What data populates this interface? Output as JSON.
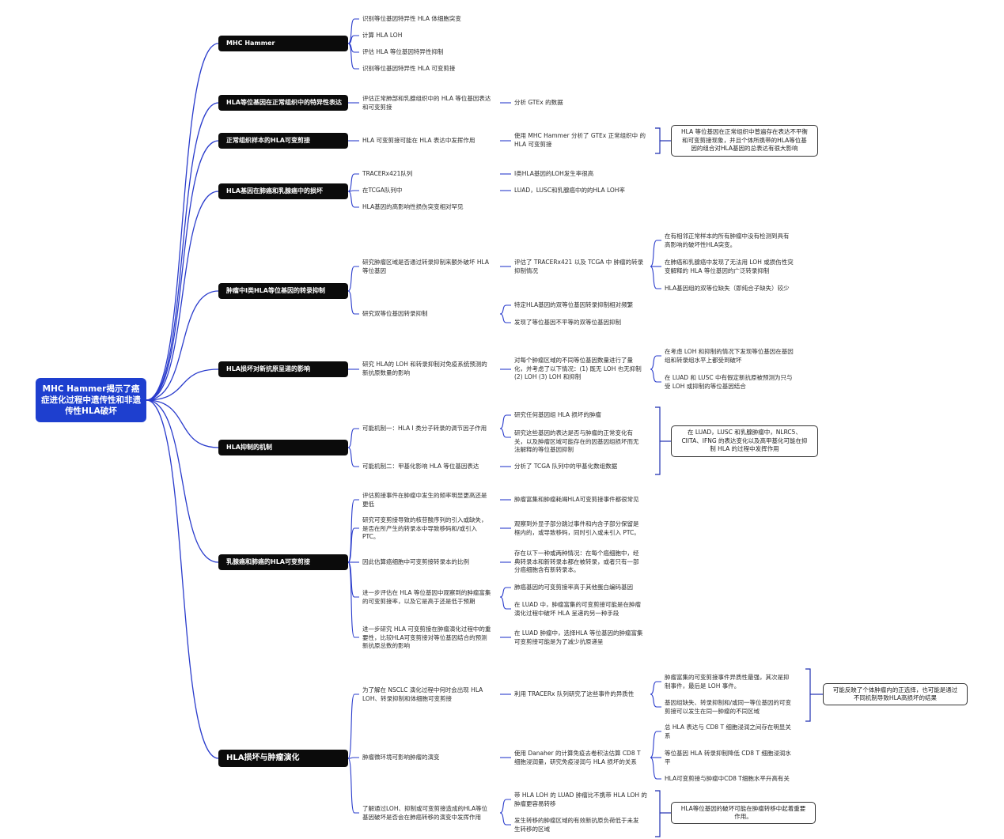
{
  "root": "MHC Hammer揭示了癌症进化过程中遗传性和非遗传性HLA破坏",
  "branches": {
    "b1": {
      "title": "MHC Hammer",
      "c1": "识别等位基因特异性 HLA 体细胞突变",
      "c2": "计算 HLA LOH",
      "c3": "评估 HLA 等位基因特异性抑制",
      "c4": "识别等位基因特异性 HLA 可变剪接"
    },
    "b2": {
      "title": "HLA等位基因在正常组织中的特异性表达",
      "c1": "评估正常肺部和乳腺组织中的 HLA 等位基因表达\n和可变剪接",
      "c1a": "分析 GTEx 的数据"
    },
    "b3": {
      "title": "正常组织样本的HLA可变剪接",
      "c1": "HLA 可变剪接可能在 HLA 表达中发挥作用",
      "c1a": "使用 MHC Hammer 分析了 GTEx 正常组织中 的\nHLA 可变剪接",
      "note": "HLA 等位基因在正常组织中普遍存在表达不平衡\n和可变剪接现象，并且个体所携带的HLA等位基\n因的组合对HLA基因的总表达有很大影响"
    },
    "b4": {
      "title": "HLA基因在肺癌和乳腺癌中的损坏",
      "c1": "TRACERx421队列",
      "c1a": "I类HLA基因的LOH发生率很高",
      "c2": "在TCGA队列中",
      "c2a": "LUAD，LUSC和乳腺癌中的的HLA LOH率",
      "c3": "HLA基因的高影响性损伤突变相对罕见"
    },
    "b5": {
      "title": "肿瘤中I类HLA等位基因的转录抑制",
      "c1": "研究肿瘤区域是否通过转录抑制来额外破坏 HLA\n等位基因",
      "c1a": "评估了 TRACERx421 以及 TCGA 中 肿瘤的转录\n抑制情况",
      "c1a1": "在有相邻正常样本的所有肿瘤中没有检测到具有\n高影响的破坏性HLA突变。",
      "c1a2": "在肺癌和乳腺癌中发现了无法用 LOH 或损伤性突\n变解释的 HLA 等位基因的广泛转录抑制",
      "c1a3": "HLA基因组的双等位缺失（即纯合子缺失）较少",
      "c2": "研究双等位基因转录抑制",
      "c2a": "特定HLA基因的双等位基因转录抑制相对频繁",
      "c2b": "发现了等位基因不平等的双等位基因抑制"
    },
    "b6": {
      "title": "HLA损坏对新抗原呈递的影响",
      "c1": "研究 HLA的 LOH 和转录抑制对免疫系统预测的\n新抗原数量的影响",
      "c1a": "对每个肿瘤区域的不同等位基因数量进行了量\n化，并考虑了以下情况：(1) 既无 LOH 也无抑制\n(2) LOH  (3) LOH 和抑制",
      "c1a1": "在考虑 LOH 和抑制的情况下发现等位基因在基因\n组和转录组水平上都受到破坏",
      "c1a2": "在 LUAD 和 LUSC 中有假定新抗原被预测为只与\n受 LOH 或抑制的等位基因结合"
    },
    "b7": {
      "title": "HLA抑制的机制",
      "c1": "可能机制一：HLA I 类分子转录的调节因子作用",
      "c1a": "研究任何基因组 HLA 损坏的肿瘤",
      "c1b": "研究这些基因的表达是否与肿瘤的正常变化有\n关，以及肿瘤区域可能存在的因基因组损坏而无\n法解释的等位基因抑制",
      "c2": "可能机制二：甲基化影响 HLA 等位基因表达",
      "c2a": "分析了 TCGA 队列中的甲基化数组数据",
      "note": "在 LUAD，LUSC 和乳腺肿瘤中，NLRC5、\nCIITA、IFNG 的表达变化以及高甲基化可能在抑\n制 HLA 的过程中发挥作用"
    },
    "b8": {
      "title": "乳腺癌和肺癌的HLA可变剪接",
      "c1": "评估剪接事件在肿瘤中发生的频率明显更高还是\n更低",
      "c1a": "肿瘤富集和肿瘤耗竭HLA可变剪接事件都很常见",
      "c2": "研究可变剪接导致的核苷酸序列的引入或缺失，\n是否在所产生的转录本中导致移码和/或引入\nPTC。",
      "c2a": "观察到外显子部分跳过事件和内含子部分保留是\n框内的，或导致移码，同时引入或未引入 PTC。",
      "c3": "因此估算癌细胞中可变剪接转录本的比例",
      "c3a": "存在以下一种或两种情况：在每个癌细胞中，经\n典转录本和新转录本都在被转录，或者只有一部\n分癌细胞含有新转录本。",
      "c4": "进一步评估在 HLA 等位基因中观察到的肿瘤富集\n的可变剪接率，以及它是高于还是低于预期",
      "c4a": "肺癌基因的可变剪接率高于其他蛋白编码基因",
      "c4b": "在 LUAD 中，肿瘤富集的可变剪接可能是在肿瘤\n演化过程中破坏 HLA 呈递的另一种手段",
      "c5": "进一步研究 HLA 可变剪接在肿瘤演化过程中的重\n要性，比较HLA可变剪接对等位基因结合的预测\n新抗原总数的影响",
      "c5a": "在 LUAD 肿瘤中，选择HLA 等位基因的肿瘤富集\n可变剪接可能是为了减少抗原递呈"
    },
    "b9": {
      "title": "HLA损坏与肿瘤演化",
      "c1": "为了解在 NSCLC 演化过程中何时会出现 HLA\nLOH、转录抑制和体细胞可变剪接",
      "c1a": "利用 TRACERx 队列研究了这些事件的异质性",
      "c1a1": "肿瘤富集的可变剪接事件异质性最强，其次是抑\n制事件，最后是 LOH 事件。",
      "c1a2": "基因组缺失、转录抑制和/或同一等位基因的可变\n剪接可以发生在同一肿瘤的不同区域",
      "note1": "可能反映了个体肿瘤内的正选择，也可能是通过\n不同机制导致HLA高损坏的结果",
      "c2": "肿瘤微环境可影响肿瘤的演变",
      "c2a": "使用 Danaher 的计算免疫去卷积法估算 CD8 T\n细胞浸润量，研究免疫浸润与 HLA 损坏的关系",
      "c2a1": "总 HLA 表达与 CD8 T 细胞浸润之间存在明显关\n系",
      "c2a2": "等位基因 HLA 转录抑制降低 CD8 T 细胞浸润水\n平",
      "c2a3": "HLA可变剪接与肿瘤中CD8 T细胞水平升高有关",
      "c3": "了解通过LOH、抑制或可变剪接造成的HLA等位\n基因破坏是否会在肺癌转移的演变中发挥作用",
      "c3a": "带 HLA LOH 的 LUAD 肿瘤比不携带 HLA LOH 的\n肿瘤更容易转移",
      "c3b": "发生转移的肿瘤区域的有效新抗原负荷低于未发\n生转移的区域",
      "note2": "HLA等位基因的破坏可能在肿瘤转移中起着重要\n作用。"
    }
  },
  "colors": {
    "root_fill": "#1e3fcf",
    "main_fill": "#0b0b0b",
    "connector": "#2a3ccc",
    "bracket": "#1f2fb0"
  }
}
